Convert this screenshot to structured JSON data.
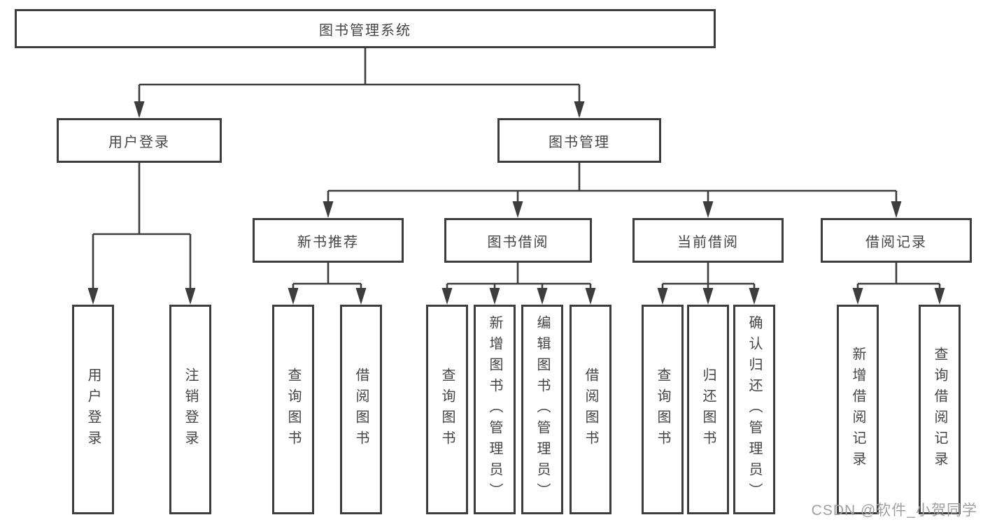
{
  "diagram": {
    "root": "图书管理系统",
    "branches": [
      {
        "label": "用户登录",
        "children": [
          "用户登录",
          "注销登录"
        ]
      },
      {
        "label": "图书管理",
        "children": [
          {
            "label": "新书推荐",
            "children": [
              "查询图书",
              "借阅图书"
            ]
          },
          {
            "label": "图书借阅",
            "children": [
              "查询图书",
              "新增图书（管理员）",
              "编辑图书（管理员）",
              "借阅图书"
            ]
          },
          {
            "label": "当前借阅",
            "children": [
              "查询图书",
              "归还图书",
              "确认归还（管理员）"
            ]
          },
          {
            "label": "借阅记录",
            "children": [
              "新增借阅记录",
              "查询借阅记录"
            ]
          }
        ]
      }
    ],
    "watermark": "CSDN @软件_小贺同学",
    "colors": {
      "line": "#3d3d3d",
      "text": "#454545",
      "watermark": "#a0a0a0",
      "background": "#ffffff"
    }
  }
}
